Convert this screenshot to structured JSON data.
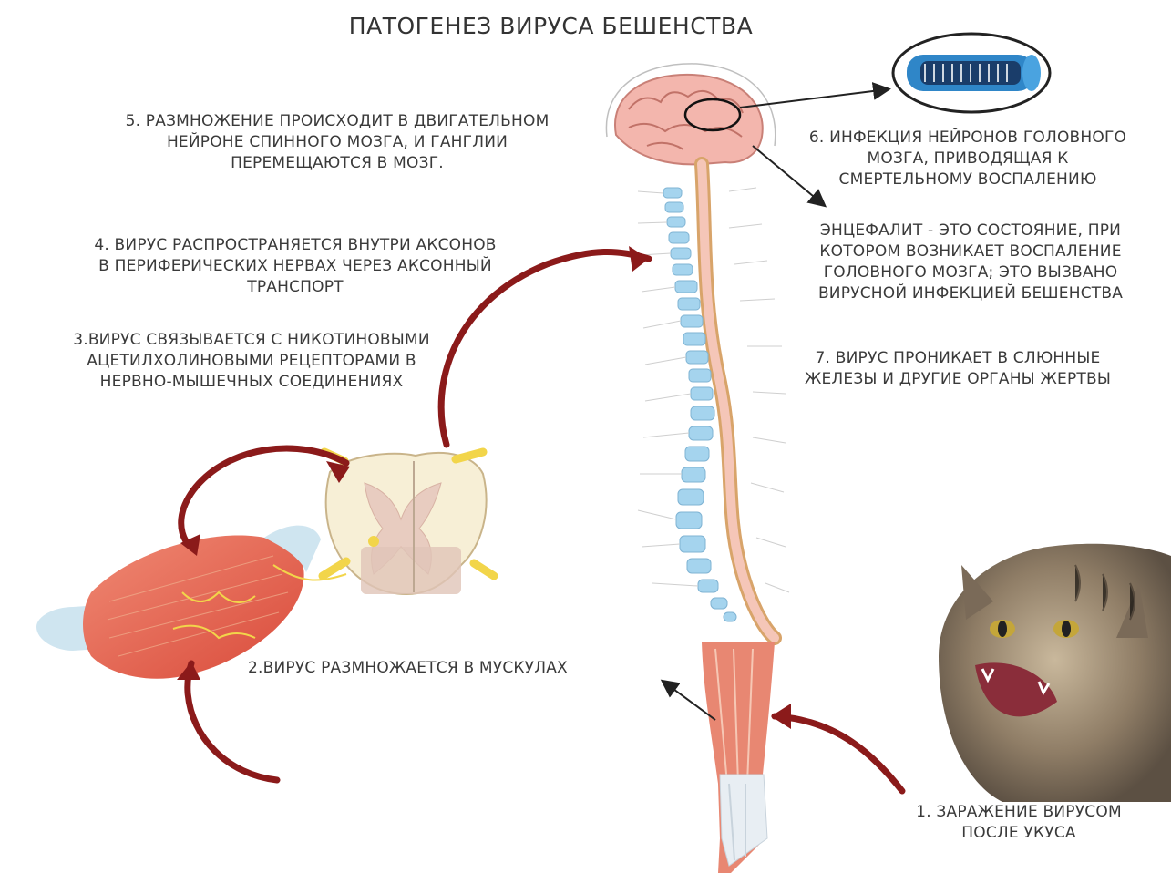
{
  "title": "ПАТОГЕНЕЗ ВИРУСА БЕШЕНСТВА",
  "steps": {
    "step5": [
      "5. РАЗМНОЖЕНИЕ ПРОИСХОДИТ В ДВИГАТЕЛЬНОМ",
      "НЕЙРОНЕ СПИННОГО МОЗГА, И ГАНГЛИИ",
      "ПЕРЕМЕЩАЮТСЯ В МОЗГ."
    ],
    "step4": [
      "4. ВИРУС РАСПРОСТРАНЯЕТСЯ ВНУТРИ АКСОНОВ",
      "В ПЕРИФЕРИЧЕСКИХ НЕРВАХ ЧЕРЕЗ АКСОННЫЙ",
      "ТРАНСПОРТ"
    ],
    "step3": [
      "3.ВИРУС СВЯЗЫВАЕТСЯ С НИКОТИНОВЫМИ",
      "АЦЕТИЛХОЛИНОВЫМИ РЕЦЕПТОРАМИ В",
      "НЕРВНО-МЫШЕЧНЫХ СОЕДИНЕНИЯХ"
    ],
    "step2": "2.ВИРУС РАЗМНОЖАЕТСЯ В МУСКУЛАХ",
    "step6": [
      "6. ИНФЕКЦИЯ НЕЙРОНОВ ГОЛОВНОГО",
      "МОЗГА, ПРИВОДЯЩАЯ К",
      "СМЕРТЕЛЬНОМУ ВОСПАЛЕНИЮ"
    ],
    "encephalitis": [
      "ЭНЦЕФАЛИТ - ЭТО СОСТОЯНИЕ, ПРИ",
      "КОТОРОМ ВОЗНИКАЕТ ВОСПАЛЕНИЕ",
      "ГОЛОВНОГО МОЗГА; ЭТО ВЫЗВАНО",
      "ВИРУСНОЙ ИНФЕКЦИЕЙ БЕШЕНСТВА"
    ],
    "step7": [
      "7. ВИРУС ПРОНИКАЕТ В СЛЮННЫЕ",
      "ЖЕЛЕЗЫ И ДРУГИЕ ОРГАНЫ ЖЕРТВЫ"
    ],
    "step1": [
      "1. ЗАРАЖЕНИЕ ВИРУСОМ",
      "ПОСЛЕ УКУСА"
    ]
  },
  "colors": {
    "arrow": "#8b1a1a",
    "text": "#3a3a3a",
    "muscle": "#e8604c",
    "nerve": "#f2d54a",
    "vertebra": "#9fd0ec",
    "brain": "#f2b0a8",
    "cord_outline": "#d8a46a"
  },
  "icons": [
    "virus-particle-icon",
    "brain-icon",
    "spinal-column-icon",
    "spinal-cord-section-icon",
    "muscle-icon",
    "leg-icon",
    "cat-image"
  ]
}
